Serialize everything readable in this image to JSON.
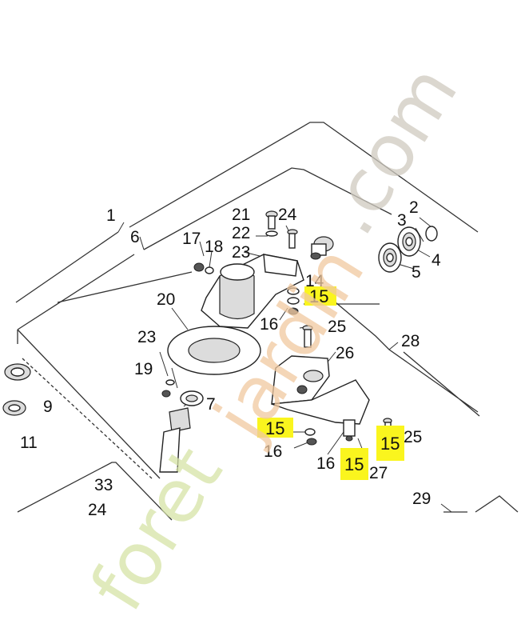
{
  "highlight_color": "#faf51e",
  "watermark": {
    "text_a": "foret",
    "text_b": "jardin",
    "text_c": ".com",
    "color_a": "#d6e4a6",
    "color_b": "#f1c9a0",
    "color_c": "#cfcac0"
  },
  "labels": {
    "l1": "1",
    "l2": "2",
    "l3": "3",
    "l4": "4",
    "l5": "5",
    "l6": "6",
    "l7": "7",
    "l9": "9",
    "l11": "11",
    "l14": "14",
    "l16a": "16",
    "l16b": "16",
    "l16c": "16",
    "l17": "17",
    "l18": "18",
    "l19": "19",
    "l20": "20",
    "l21": "21",
    "l22": "22",
    "l23a": "23",
    "l23b": "23",
    "l24": "24",
    "l24b": "24",
    "l25a": "25",
    "l25b": "25",
    "l26": "26",
    "l27": "27",
    "l28": "28",
    "l29": "29",
    "l33": "33"
  },
  "highlighted_labels": {
    "h1": "15",
    "h2": "15",
    "h3": "15",
    "h4": "15"
  }
}
